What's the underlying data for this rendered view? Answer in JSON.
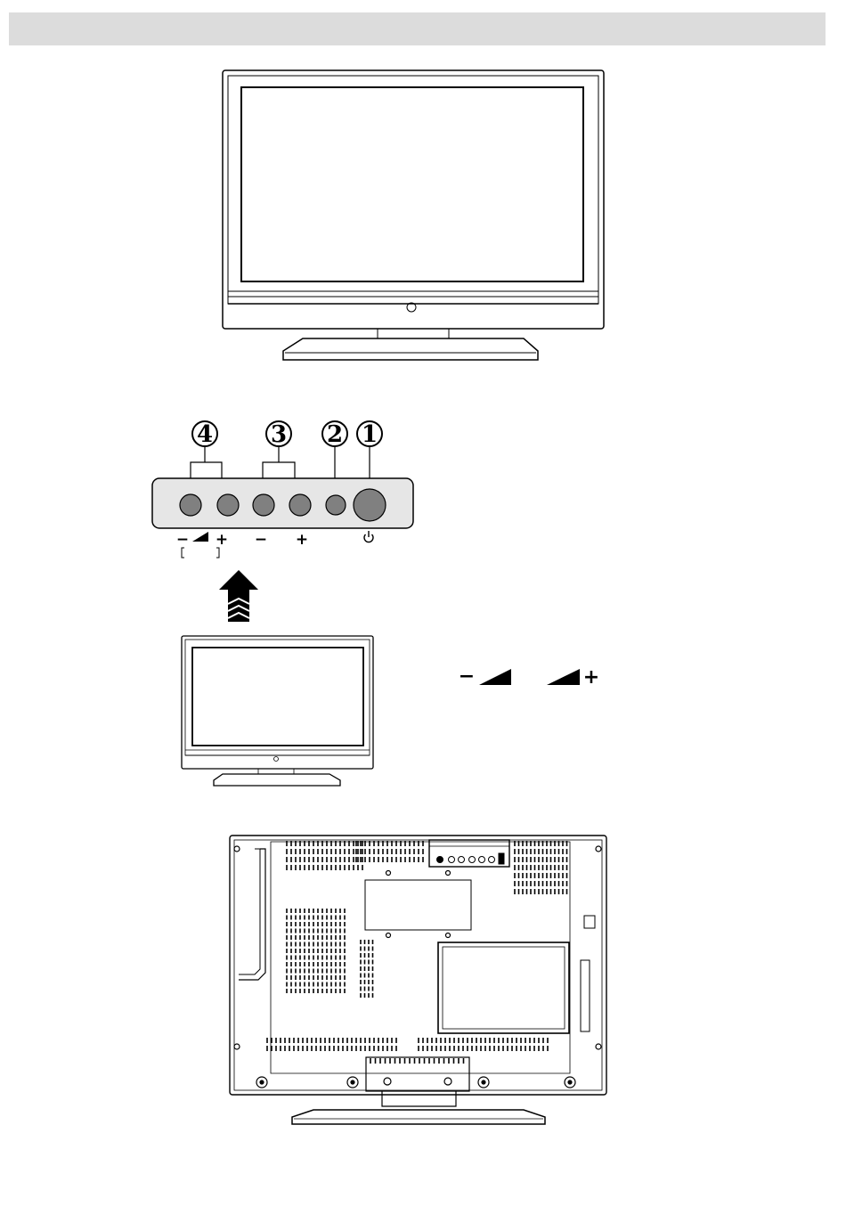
{
  "header": {
    "title": ""
  },
  "control_panel": {
    "callouts": [
      "4",
      "3",
      "2",
      "1"
    ],
    "labels": {
      "vol_minus": "−",
      "vol_plus": "+",
      "prog_minus": "−",
      "prog_plus": "+",
      "power": "⏻"
    }
  },
  "volume_legend": {
    "minus": "−",
    "plus": "+"
  },
  "icons": {
    "volume": "volume-wedge-icon",
    "power": "power-icon",
    "arrow": "up-arrow-icon"
  },
  "colors": {
    "header_bg": "#dcdcdc",
    "panel_bg": "#e6e6e6",
    "button_fill": "#808080",
    "line": "#000000"
  }
}
